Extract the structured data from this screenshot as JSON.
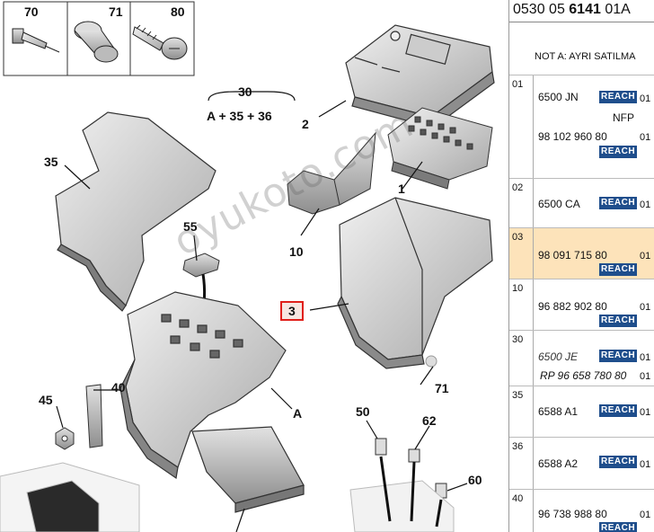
{
  "diagram": {
    "callouts": {
      "c70": "70",
      "c71": "71",
      "c80": "80",
      "c30": "30",
      "c30_formula": "A + 35 + 36",
      "c1": "1",
      "c2": "2",
      "c3": "3",
      "c10": "10",
      "c35": "35",
      "c55": "55",
      "c40": "40",
      "c45": "45",
      "cA": "A",
      "c71b": "71",
      "c50": "50",
      "c62": "62",
      "c60": "60"
    },
    "watermark": "oyukoto.com"
  },
  "panel": {
    "ref_prefix": "0530 05 ",
    "ref_bold": "6141",
    "ref_suffix": " 01A",
    "note": "NOT A: AYRI SATILMA",
    "rows": [
      {
        "index": "01",
        "code": "6500 JN",
        "badge": "REACH",
        "qty": "01",
        "extra": "NFP",
        "code2": "98 102 960 80",
        "qty2": "01",
        "badge2": "REACH"
      },
      {
        "index": "02",
        "code": "6500 CA",
        "badge": "REACH",
        "qty": "01"
      },
      {
        "index": "03",
        "code": "98 091 715 80",
        "badge": "REACH",
        "qty": "01"
      },
      {
        "index": "10",
        "code": "96 882 902 80",
        "badge": "REACH",
        "qty": "01"
      },
      {
        "index": "30",
        "code": "6500 JE",
        "badge": "REACH",
        "qty": "01",
        "code2": "RP 96 658 780 80",
        "qty2": "01"
      },
      {
        "index": "35",
        "code": "6588 A1",
        "badge": "REACH",
        "qty": "01"
      },
      {
        "index": "36",
        "code": "6588 A2",
        "badge": "REACH",
        "qty": "01"
      },
      {
        "index": "40",
        "code": "96 738 988 80",
        "badge": "REACH",
        "qty": "01"
      }
    ]
  },
  "colors": {
    "highlight_row": "#fde3ba",
    "reach_badge": "#1f4e8c",
    "callout_box": "#e0201a"
  }
}
